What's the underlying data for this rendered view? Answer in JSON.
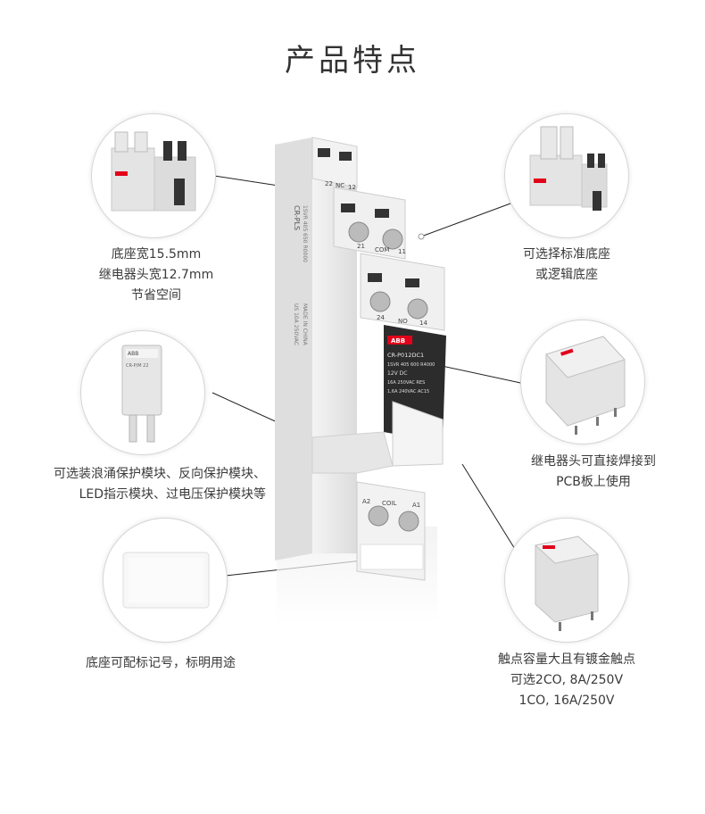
{
  "title": "产品特点",
  "brand": "ABB",
  "features": {
    "base_width": [
      "底座宽15.5mm",
      "继电器头宽12.7mm",
      "节省空间"
    ],
    "standard_socket": [
      "可选择标准底座",
      "或逻辑底座"
    ],
    "modules": [
      "可选装浪涌保护模块、反向保护模块、",
      "LED指示模块、过电压保护模块等"
    ],
    "pcb": [
      "继电器头可直接焊接到",
      "PCB板上使用"
    ],
    "marker": [
      "底座可配标记号，标明用途"
    ],
    "contacts": [
      "触点容量大且有镀金触点",
      "可选2CO, 8A/250V",
      "1CO, 16A/250V"
    ]
  },
  "product": {
    "terminals_top": [
      "22",
      "NC",
      "12"
    ],
    "terminals_mid": [
      "21",
      "COM",
      "11"
    ],
    "terminals_low": [
      "24",
      "NO",
      "14"
    ],
    "terminals_coil": [
      "A2",
      "COIL",
      "A1"
    ],
    "relay_model": "CR-P012DC1",
    "relay_part": "1SVR 405 600 R4000",
    "relay_voltage": "12V DC",
    "relay_rating_1": "16A 250VAC RES",
    "relay_rating_2": "1,6A 240VAC AC15",
    "socket_model": "CR-PLS",
    "socket_part": "1SVR 405 650 R0000",
    "socket_rating": "US 10A 250VAC",
    "origin": "MADE IN CHINA",
    "module_label": "CR-P/M 22"
  },
  "colors": {
    "brand_red": "#e2001a",
    "socket_gray": "#e9e9e9",
    "relay_black": "#2c2c2c",
    "line": "#222222"
  }
}
